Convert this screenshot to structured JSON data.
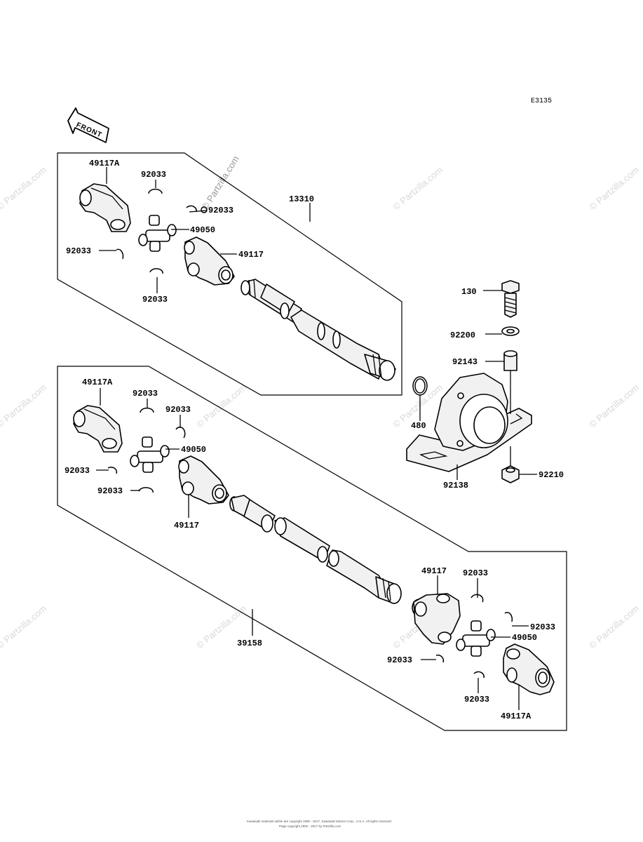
{
  "diagram": {
    "code": "E3135",
    "front_arrow_text": "FRONT",
    "watermark": "© Partzilla.com",
    "footer": {
      "line1": "Kawasaki materials within are copyright 1995 - 2017, Kawasaki Motors Corp., U.S.A. All rights reserved.",
      "line2": "Page copyright 2002 - 2017 by Partzilla.com"
    }
  },
  "labels": {
    "upper_49117A": "49117A",
    "upper_92033_top": "92033",
    "upper_92033_right": "92033",
    "upper_13310": "13310",
    "upper_49050": "49050",
    "upper_92033_left": "92033",
    "upper_49117": "49117",
    "upper_92033_bottom": "92033",
    "b130": "130",
    "b92200": "92200",
    "b92143": "92143",
    "b480": "480",
    "b92138": "92138",
    "b92210": "92210",
    "lower_49117A": "49117A",
    "lower_92033_a": "92033",
    "lower_92033_b": "92033",
    "lower_49050": "49050",
    "lower_92033_c": "92033",
    "lower_92033_d": "92033",
    "lower_49117": "49117",
    "lower_39158": "39158",
    "rear_49117": "49117",
    "rear_92033_a": "92033",
    "rear_92033_b": "92033",
    "rear_49050": "49050",
    "rear_92033_c": "92033",
    "rear_92033_d": "92033",
    "rear_49117A": "49117A"
  }
}
